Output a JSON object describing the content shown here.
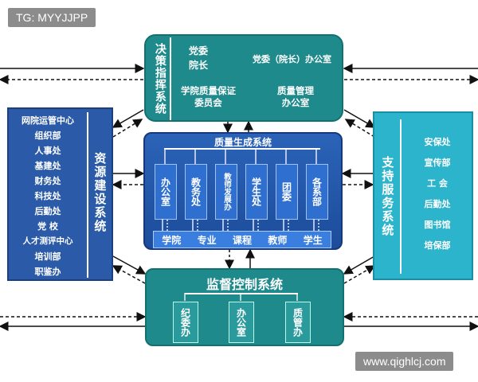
{
  "watermark_top": "TG: MYYJJPP",
  "watermark_bottom": "www.qighlcj.com",
  "decision": {
    "title": "决策指挥系统",
    "party_committee": "党委",
    "dean": "院长",
    "party_dean_office": "党委（院长）办公室",
    "quality_committee_line1": "学院质量保证",
    "quality_committee_line2": "委员会",
    "quality_office_line1": "质量管理",
    "quality_office_line2": "办公室"
  },
  "resource": {
    "title": "资源建设系统",
    "items": [
      "网院运管中心",
      "组织部",
      "人事处",
      "基建处",
      "财务处",
      "科技处",
      "后勤处",
      "党 校",
      "人才测评中心",
      "培训部",
      "职鉴办"
    ]
  },
  "generation": {
    "title": "质量生成系统",
    "units": [
      "办公室",
      "教务处",
      "教师发展办",
      "学生处",
      "团委",
      "各系部"
    ],
    "bottom_items": [
      "学院",
      "专业",
      "课程",
      "教师",
      "学生"
    ]
  },
  "support": {
    "title": "支持服务系统",
    "items": [
      "安保处",
      "宣传部",
      "工 会",
      "后勤处",
      "图书馆",
      "培保部"
    ]
  },
  "supervision": {
    "title": "监督控制系统",
    "units": [
      "纪委办",
      "办公室",
      "质管办"
    ]
  },
  "colors": {
    "teal": "#1f8a8c",
    "blue": "#2a5aa8",
    "navy": "#1e4e9e",
    "cyan": "#2cb4cc"
  }
}
